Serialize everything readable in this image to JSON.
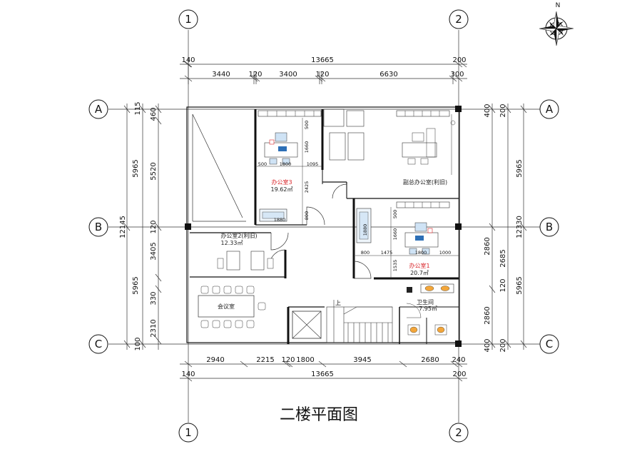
{
  "title": "二楼平面图",
  "compass": {
    "north_label": "N"
  },
  "axes": {
    "vertical": [
      "1",
      "2"
    ],
    "horizontal": [
      "A",
      "B",
      "C"
    ]
  },
  "dimensions": {
    "top_total_left": "140",
    "top_total": "13665",
    "top_total_right": "200",
    "top_row": [
      "3440",
      "120",
      "3400",
      "120",
      "6630",
      "300"
    ],
    "bottom_row": [
      "2940",
      "2215",
      "120",
      "1800",
      "3945",
      "2680",
      "240"
    ],
    "bottom_total_left": "140",
    "bottom_total": "13665",
    "bottom_total_right": "200",
    "left_outer": [
      "5965",
      "5965"
    ],
    "left_total": "12145",
    "left_inner": [
      "115",
      "460",
      "5520",
      "120",
      "3405",
      "330",
      "2310",
      "100"
    ],
    "right_outer": [
      "5965",
      "5965"
    ],
    "right_total": "12330",
    "right_inner": [
      "400",
      "200",
      "2860",
      "2685",
      "120",
      "2860",
      "400",
      "200"
    ]
  },
  "rooms": {
    "office3": {
      "name": "办公室3",
      "area": "19.62㎡"
    },
    "deputy": {
      "name": "副总办公室(利旧)"
    },
    "office2": {
      "name": "办公室2(利旧)",
      "area": "12.33㎡"
    },
    "office1": {
      "name": "办公室1",
      "area": "20.7㎡"
    },
    "meeting": {
      "name": "会议室"
    },
    "toilet": {
      "name": "卫生间",
      "area": "7.95㎡"
    }
  },
  "inner_dims": {
    "o3_w1": "500",
    "o3_w2": "1800",
    "o3_w3": "1095",
    "o3_h1": "500",
    "o3_h2": "1660",
    "o3_h3": "2425",
    "o3_h4": "800",
    "o3_sofa": "1880",
    "o1_w1": "800",
    "o1_w2": "1475",
    "o1_w3": "1800",
    "o1_w4": "1000",
    "o1_h1": "500",
    "o1_h2": "1660",
    "o1_h3": "1535",
    "o1_sofa": "1880"
  },
  "stair_mark": "上"
}
